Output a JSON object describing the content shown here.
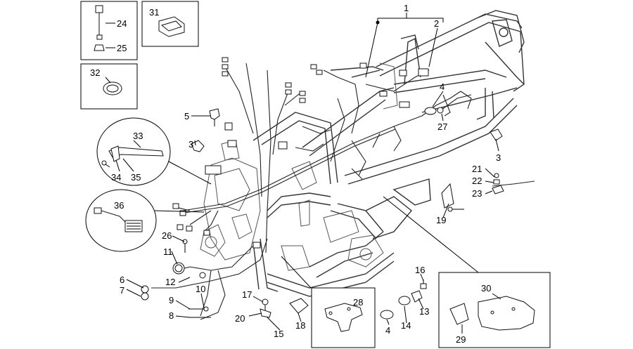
{
  "callouts": [
    {
      "id": "c1",
      "text": "1"
    },
    {
      "id": "c2",
      "text": "2"
    },
    {
      "id": "c3a",
      "text": "3"
    },
    {
      "id": "c3b",
      "text": "3"
    },
    {
      "id": "c4a",
      "text": "4"
    },
    {
      "id": "c4b",
      "text": "4"
    },
    {
      "id": "c5",
      "text": "5"
    },
    {
      "id": "c6",
      "text": "6"
    },
    {
      "id": "c7",
      "text": "7"
    },
    {
      "id": "c8",
      "text": "8"
    },
    {
      "id": "c9",
      "text": "9"
    },
    {
      "id": "c10",
      "text": "10"
    },
    {
      "id": "c11",
      "text": "11"
    },
    {
      "id": "c12",
      "text": "12"
    },
    {
      "id": "c13",
      "text": "13"
    },
    {
      "id": "c14",
      "text": "14"
    },
    {
      "id": "c15",
      "text": "15"
    },
    {
      "id": "c16",
      "text": "16"
    },
    {
      "id": "c17",
      "text": "17"
    },
    {
      "id": "c18",
      "text": "18"
    },
    {
      "id": "c19",
      "text": "19"
    },
    {
      "id": "c20",
      "text": "20"
    },
    {
      "id": "c21",
      "text": "21"
    },
    {
      "id": "c22",
      "text": "22"
    },
    {
      "id": "c23",
      "text": "23"
    },
    {
      "id": "c24",
      "text": "24"
    },
    {
      "id": "c25",
      "text": "25"
    },
    {
      "id": "c26",
      "text": "26"
    },
    {
      "id": "c27",
      "text": "27"
    },
    {
      "id": "c28",
      "text": "28"
    },
    {
      "id": "c29",
      "text": "29"
    },
    {
      "id": "c30",
      "text": "30"
    },
    {
      "id": "c31",
      "text": "31"
    },
    {
      "id": "c32",
      "text": "32"
    },
    {
      "id": "c33",
      "text": "33"
    },
    {
      "id": "c34",
      "text": "34"
    },
    {
      "id": "c35",
      "text": "35"
    },
    {
      "id": "c36",
      "text": "36"
    }
  ]
}
